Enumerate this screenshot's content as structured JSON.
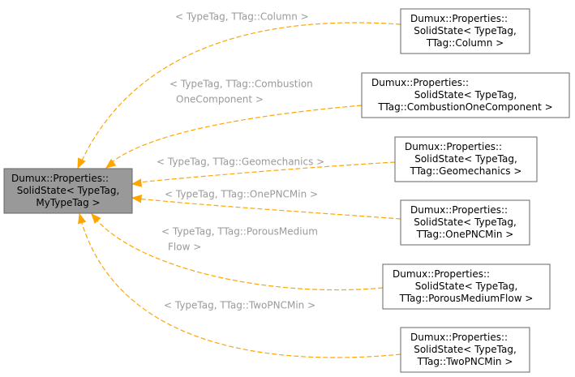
{
  "colors": {
    "edge": "#ffa500",
    "label": "#9a9a9a",
    "base_fill": "#999999",
    "node_stroke": "#666666"
  },
  "base": {
    "lines": [
      "Dumux::Properties::",
      "SolidState< TypeTag,",
      "MyTypeTag >"
    ]
  },
  "derived": [
    {
      "lines": [
        "Dumux::Properties::",
        "SolidState< TypeTag,",
        "TTag::Column >"
      ],
      "label": [
        "< TypeTag, TTag::Column >"
      ]
    },
    {
      "lines": [
        "Dumux::Properties::",
        "SolidState< TypeTag,",
        "TTag::CombustionOneComponent >"
      ],
      "label": [
        "< TypeTag, TTag::Combustion",
        "OneComponent >"
      ]
    },
    {
      "lines": [
        "Dumux::Properties::",
        "SolidState< TypeTag,",
        "TTag::Geomechanics >"
      ],
      "label": [
        "< TypeTag, TTag::Geomechanics >"
      ]
    },
    {
      "lines": [
        "Dumux::Properties::",
        "SolidState< TypeTag,",
        "TTag::OnePNCMin >"
      ],
      "label": [
        "< TypeTag, TTag::OnePNCMin >"
      ]
    },
    {
      "lines": [
        "Dumux::Properties::",
        "SolidState< TypeTag,",
        "TTag::PorousMediumFlow >"
      ],
      "label": [
        "< TypeTag, TTag::PorousMedium",
        "Flow >"
      ]
    },
    {
      "lines": [
        "Dumux::Properties::",
        "SolidState< TypeTag,",
        "TTag::TwoPNCMin >"
      ],
      "label": [
        "< TypeTag, TTag::TwoPNCMin >"
      ]
    }
  ]
}
